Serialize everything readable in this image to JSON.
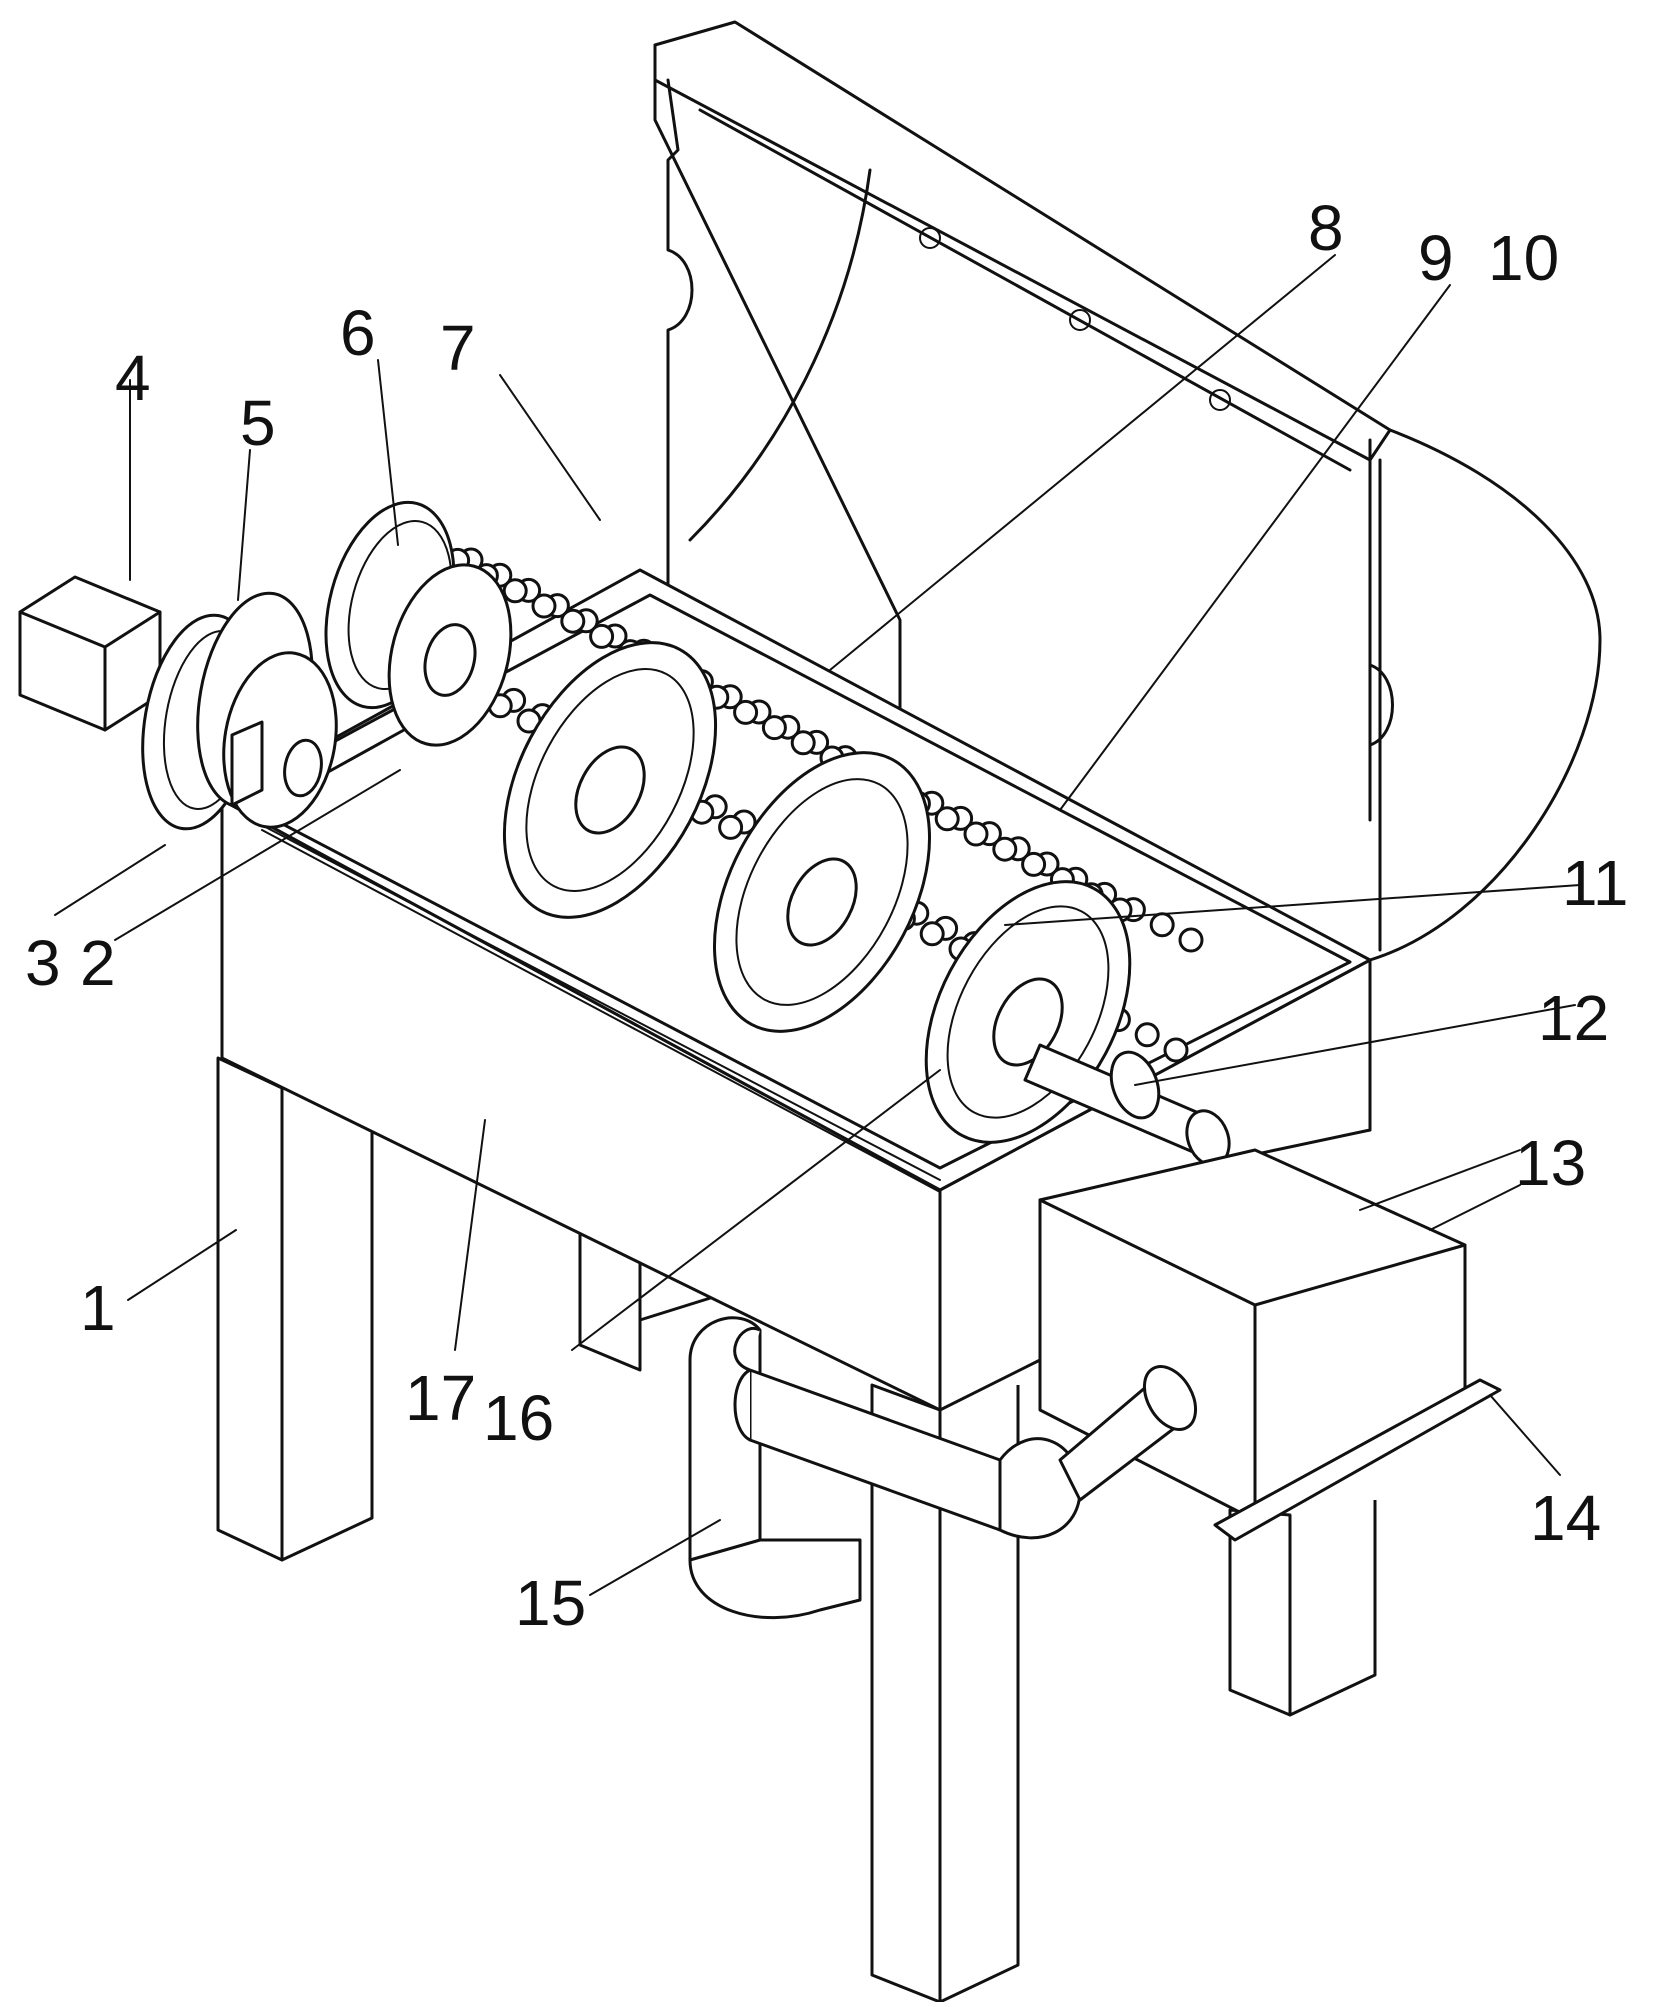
{
  "colors": {
    "ink": "#111111",
    "paper": "#ffffff"
  },
  "labels": [
    {
      "id": "1",
      "text": "1"
    },
    {
      "id": "2",
      "text": "2"
    },
    {
      "id": "3",
      "text": "3"
    },
    {
      "id": "4",
      "text": "4"
    },
    {
      "id": "5",
      "text": "5"
    },
    {
      "id": "6",
      "text": "6"
    },
    {
      "id": "7",
      "text": "7"
    },
    {
      "id": "8",
      "text": "8"
    },
    {
      "id": "9",
      "text": "9"
    },
    {
      "id": "10",
      "text": "10"
    },
    {
      "id": "11",
      "text": "11"
    },
    {
      "id": "12",
      "text": "12"
    },
    {
      "id": "13",
      "text": "13"
    },
    {
      "id": "14",
      "text": "14"
    },
    {
      "id": "15",
      "text": "15"
    },
    {
      "id": "16",
      "text": "16"
    },
    {
      "id": "17",
      "text": "17"
    }
  ]
}
